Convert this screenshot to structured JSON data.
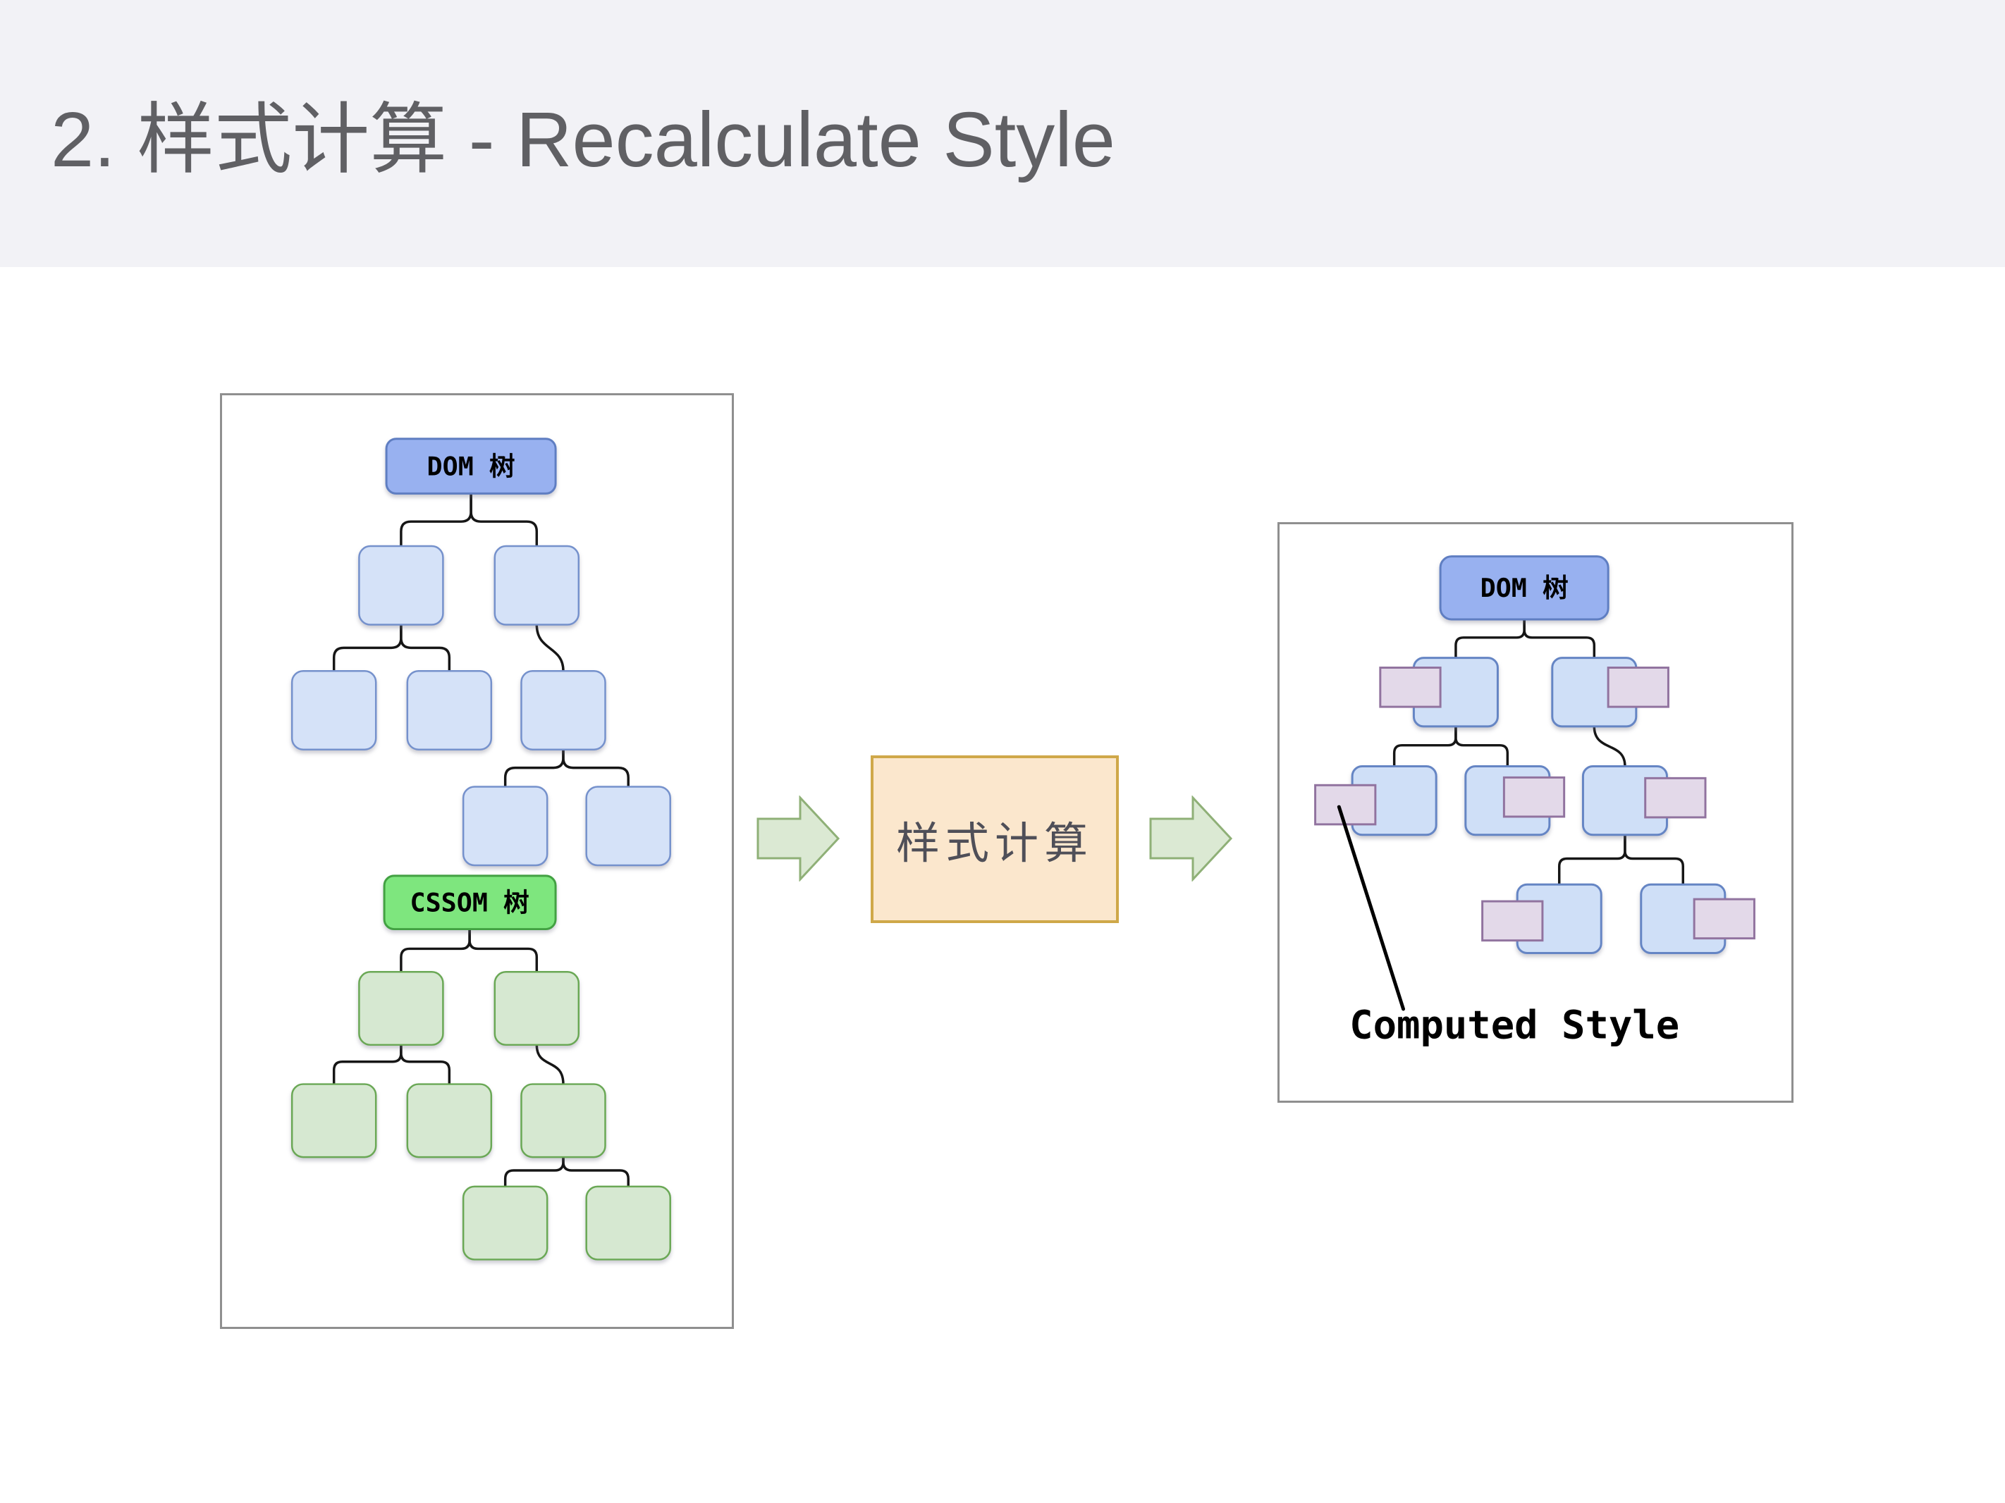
{
  "header": {
    "title": "2. 样式计算 - Recalculate Style"
  },
  "left_panel": {
    "dom_tree": {
      "root_label": "DOM 树",
      "levels": [
        1,
        2,
        3,
        2
      ],
      "structure_note": "root with two children; left child has two leaves; right child has one child which has two leaves"
    },
    "cssom_tree": {
      "root_label": "CSSOM 树",
      "levels": [
        1,
        2,
        3,
        2
      ],
      "structure_note": "same branching structure as the DOM tree"
    }
  },
  "pipeline": {
    "step_label": "样式计算",
    "input_arrow_icon": "block-arrow-right",
    "output_arrow_icon": "block-arrow-right"
  },
  "right_panel": {
    "root_label": "DOM 树",
    "annotation_label": "Computed Style",
    "chip_count": 7,
    "chip_note": "every non-root DOM node carries an attached computed-style chip; a line points from the lower-left chip to the annotation label"
  },
  "colors": {
    "header_bg": "#f2f2f6",
    "title_text": "#606064",
    "panel_border": "#8f8f8f",
    "dom_root_fill": "#98b1f0",
    "dom_root_stroke": "#5f7ec2",
    "dom_node_fill": "#d5e2f8",
    "dom_node_stroke": "#7591cc",
    "styled_dom_node_fill": "#cfdff7",
    "styled_dom_node_stroke": "#6585c4",
    "cssom_root_fill": "#7ee67e",
    "cssom_root_stroke": "#42a142",
    "cssom_node_fill": "#d6e8d1",
    "cssom_node_stroke": "#6aa855",
    "chip_fill": "#e3d9e9",
    "chip_stroke": "#91739f",
    "step_box_fill": "#fbe7cd",
    "step_box_stroke": "#cfa849",
    "step_text": "#4f4f58",
    "arrow_fill": "#dbe9d3",
    "arrow_stroke": "#8fb077",
    "edge_line": "#161616"
  }
}
